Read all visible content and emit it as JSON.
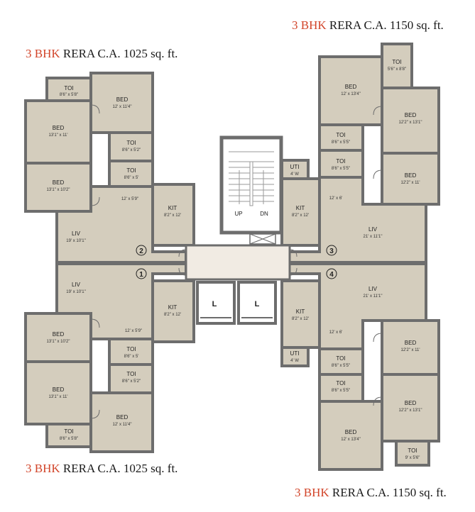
{
  "captions": {
    "top_left": {
      "type": "3 BHK",
      "area": "RERA C.A. 1025 sq. ft."
    },
    "top_right": {
      "type": "3 BHK",
      "area": "RERA C.A. 1150 sq. ft."
    },
    "bottom_left": {
      "type": "3 BHK",
      "area": "RERA C.A. 1025 sq. ft."
    },
    "bottom_right": {
      "type": "3 BHK",
      "area": "RERA C.A. 1150 sq. ft."
    }
  },
  "flats": [
    "1",
    "2",
    "3",
    "4"
  ],
  "core": {
    "up": "UP",
    "down": "DN",
    "lift": "L"
  },
  "rooms": {
    "tl_toi_top": {
      "name": "TOI",
      "dim": "8'6\" x 5'8\""
    },
    "tl_bed_right": {
      "name": "BED",
      "dim": "12' x 11'4\""
    },
    "tl_bed_left": {
      "name": "BED",
      "dim": "13'1\" x 11'"
    },
    "tl_toi_mid": {
      "name": "TOI",
      "dim": "8'6\" x 5'2\""
    },
    "tl_toi_low": {
      "name": "TOI",
      "dim": "8'6\" x 5'"
    },
    "tl_bed_low": {
      "name": "BED",
      "dim": "13'1\" x 10'2\""
    },
    "tl_passage": {
      "dim": "12' x 5'9\""
    },
    "tl_kit": {
      "name": "KIT",
      "dim": "8'2\" x 12'"
    },
    "tl_liv": {
      "name": "LIV",
      "dim": "19' x 10'1\""
    },
    "bl_liv": {
      "name": "LIV",
      "dim": "19' x 10'1\""
    },
    "bl_kit": {
      "name": "KIT",
      "dim": "8'2\" x 12'"
    },
    "bl_passage": {
      "dim": "12' x 5'9\""
    },
    "bl_bed_top": {
      "name": "BED",
      "dim": "13'1\" x 10'2\""
    },
    "bl_toi_a": {
      "name": "TOI",
      "dim": "8'6\" x 5'"
    },
    "bl_toi_b": {
      "name": "TOI",
      "dim": "8'6\" x 5'2\""
    },
    "bl_bed_left": {
      "name": "BED",
      "dim": "13'1\" x 11'"
    },
    "bl_bed_right": {
      "name": "BED",
      "dim": "12' x 11'4\""
    },
    "bl_toi_bot": {
      "name": "TOI",
      "dim": "8'6\" x 5'8\""
    },
    "tr_toi_top": {
      "name": "TOI",
      "dim": "5'6\" x 8'8\""
    },
    "tr_bed_left": {
      "name": "BED",
      "dim": "12' x 13'4\""
    },
    "tr_bed_right": {
      "name": "BED",
      "dim": "12'2\" x 13'1\""
    },
    "tr_toi_a": {
      "name": "TOI",
      "dim": "8'6\" x 5'5\""
    },
    "tr_toi_b": {
      "name": "TOI",
      "dim": "8'6\" x 5'5\""
    },
    "tr_bed_low": {
      "name": "BED",
      "dim": "12'2\" x 11'"
    },
    "tr_uti": {
      "name": "UTI",
      "dim": "4' W"
    },
    "tr_kit": {
      "name": "KIT",
      "dim": "8'2\" x 12'"
    },
    "tr_passage": {
      "dim": "12' x 6'"
    },
    "tr_liv": {
      "name": "LIV",
      "dim": "21' x 11'1\""
    },
    "br_liv": {
      "name": "LIV",
      "dim": "21' x 11'1\""
    },
    "br_kit": {
      "name": "KIT",
      "dim": "8'2\" x 12'"
    },
    "br_passage": {
      "dim": "12' x 6'"
    },
    "br_uti": {
      "name": "UTI",
      "dim": "4' W"
    },
    "br_toi_a": {
      "name": "TOI",
      "dim": "8'6\" x 5'5\""
    },
    "br_toi_b": {
      "name": "TOI",
      "dim": "8'6\" x 5'5\""
    },
    "br_bed_top": {
      "name": "BED",
      "dim": "12'2\" x 11'"
    },
    "br_bed_mid": {
      "name": "BED",
      "dim": "12'2\" x 13'1\""
    },
    "br_bed_left": {
      "name": "BED",
      "dim": "12' x 13'4\""
    },
    "br_toi_bot": {
      "name": "TOI",
      "dim": "9' x 5'6\""
    }
  },
  "colors": {
    "floor": "#d4cdbd",
    "wall": "#6d6d6d",
    "lobby": "#f1ebe3",
    "caption_accent": "#d2452a"
  }
}
